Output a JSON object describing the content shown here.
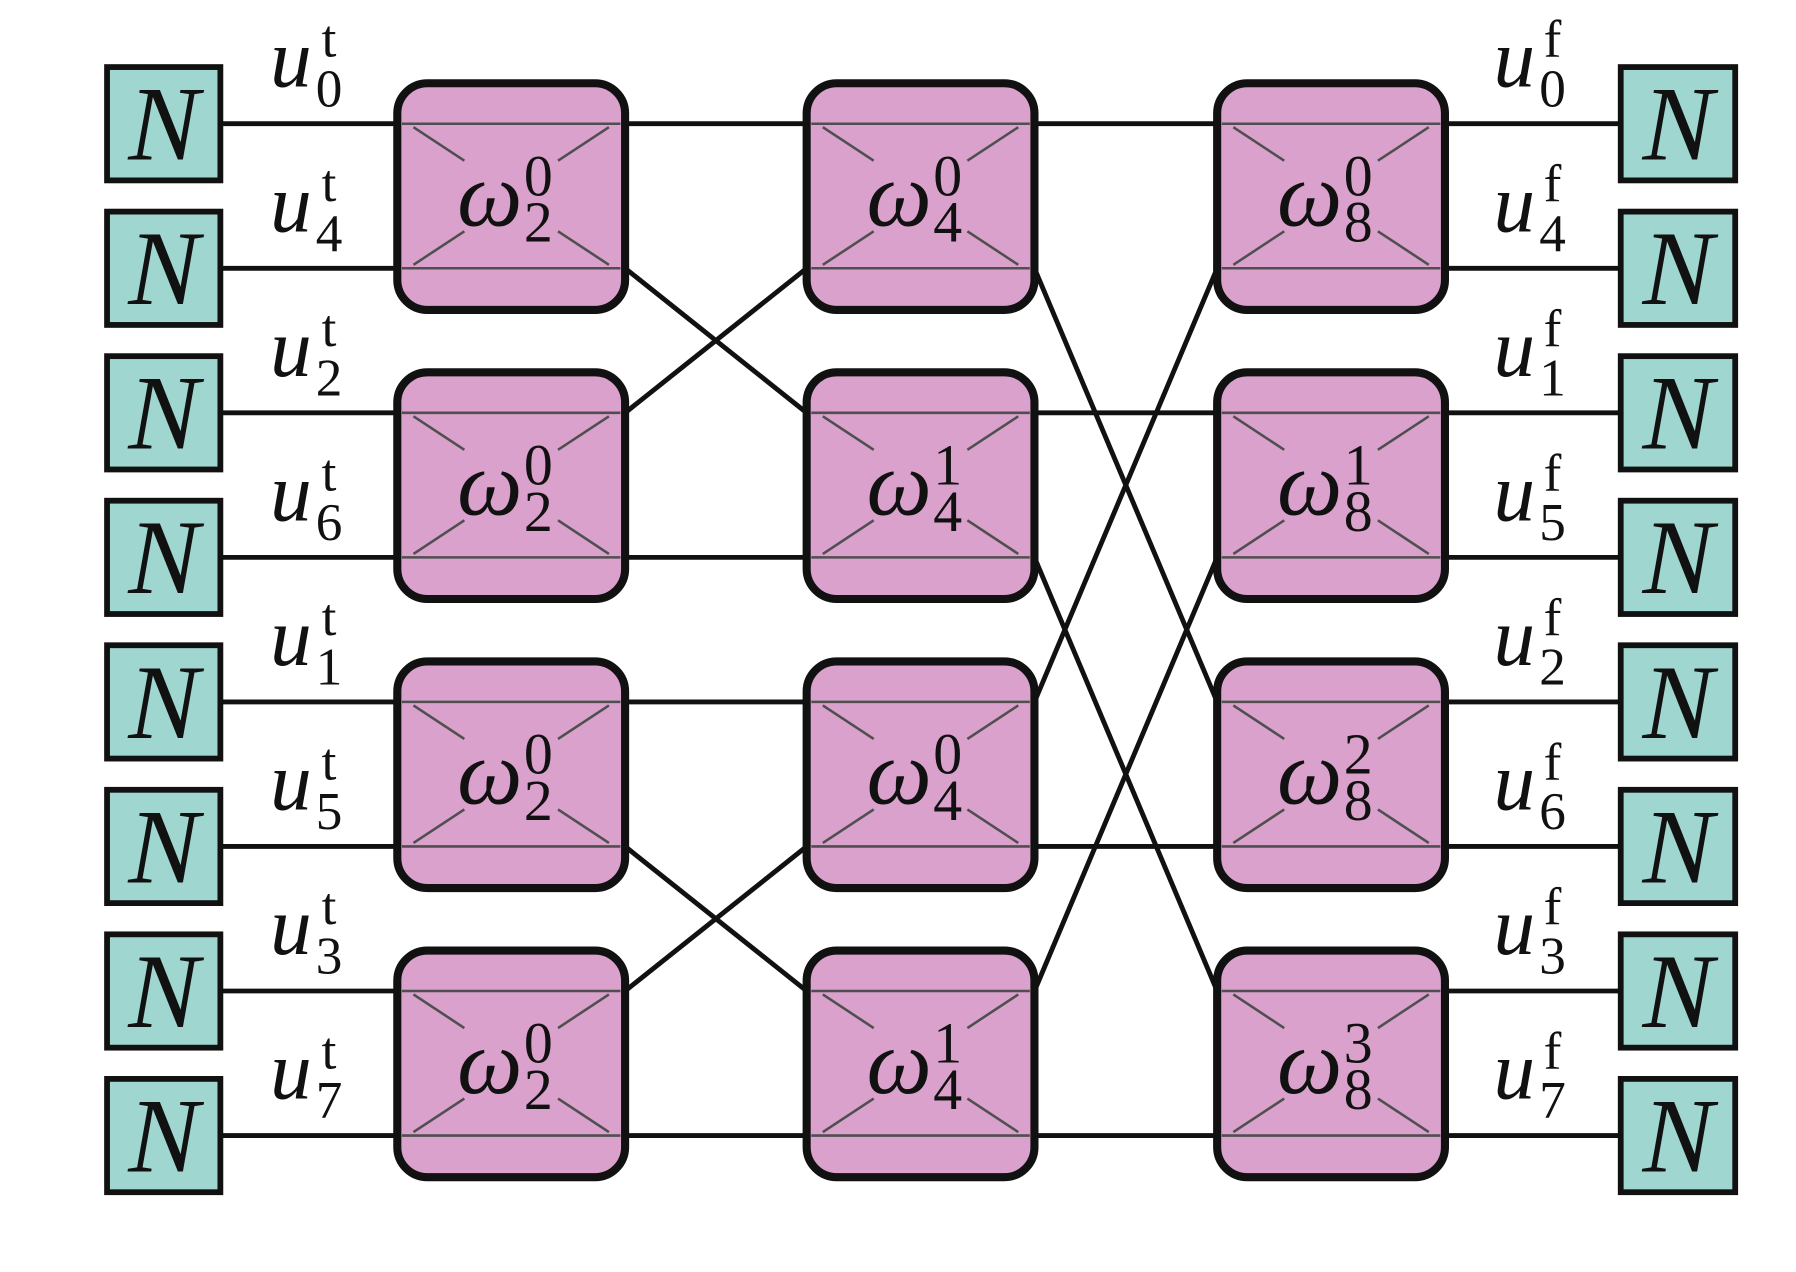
{
  "colors": {
    "node_fill": "#9fd6cf",
    "block_fill": "#d9a1cb",
    "stroke": "#111111",
    "inner_line": "#4f4f4f",
    "background": "#ffffff"
  },
  "left_nodes": [
    {
      "symbol": "N",
      "label": {
        "base": "u",
        "sup": "t",
        "sub": "0"
      }
    },
    {
      "symbol": "N",
      "label": {
        "base": "u",
        "sup": "t",
        "sub": "4"
      }
    },
    {
      "symbol": "N",
      "label": {
        "base": "u",
        "sup": "t",
        "sub": "2"
      }
    },
    {
      "symbol": "N",
      "label": {
        "base": "u",
        "sup": "t",
        "sub": "6"
      }
    },
    {
      "symbol": "N",
      "label": {
        "base": "u",
        "sup": "t",
        "sub": "1"
      }
    },
    {
      "symbol": "N",
      "label": {
        "base": "u",
        "sup": "t",
        "sub": "5"
      }
    },
    {
      "symbol": "N",
      "label": {
        "base": "u",
        "sup": "t",
        "sub": "3"
      }
    },
    {
      "symbol": "N",
      "label": {
        "base": "u",
        "sup": "t",
        "sub": "7"
      }
    }
  ],
  "right_nodes": [
    {
      "symbol": "N",
      "label": {
        "base": "u",
        "sup": "f",
        "sub": "0"
      }
    },
    {
      "symbol": "N",
      "label": {
        "base": "u",
        "sup": "f",
        "sub": "4"
      }
    },
    {
      "symbol": "N",
      "label": {
        "base": "u",
        "sup": "f",
        "sub": "1"
      }
    },
    {
      "symbol": "N",
      "label": {
        "base": "u",
        "sup": "f",
        "sub": "5"
      }
    },
    {
      "symbol": "N",
      "label": {
        "base": "u",
        "sup": "f",
        "sub": "2"
      }
    },
    {
      "symbol": "N",
      "label": {
        "base": "u",
        "sup": "f",
        "sub": "6"
      }
    },
    {
      "symbol": "N",
      "label": {
        "base": "u",
        "sup": "f",
        "sub": "3"
      }
    },
    {
      "symbol": "N",
      "label": {
        "base": "u",
        "sup": "f",
        "sub": "7"
      }
    }
  ],
  "stages": [
    {
      "blocks": [
        {
          "base": "ω",
          "sup": "0",
          "sub": "2"
        },
        {
          "base": "ω",
          "sup": "0",
          "sub": "2"
        },
        {
          "base": "ω",
          "sup": "0",
          "sub": "2"
        },
        {
          "base": "ω",
          "sup": "0",
          "sub": "2"
        }
      ]
    },
    {
      "blocks": [
        {
          "base": "ω",
          "sup": "0",
          "sub": "4"
        },
        {
          "base": "ω",
          "sup": "1",
          "sub": "4"
        },
        {
          "base": "ω",
          "sup": "0",
          "sub": "4"
        },
        {
          "base": "ω",
          "sup": "1",
          "sub": "4"
        }
      ]
    },
    {
      "blocks": [
        {
          "base": "ω",
          "sup": "0",
          "sub": "8"
        },
        {
          "base": "ω",
          "sup": "1",
          "sub": "8"
        },
        {
          "base": "ω",
          "sup": "2",
          "sub": "8"
        },
        {
          "base": "ω",
          "sup": "3",
          "sub": "8"
        }
      ]
    }
  ],
  "wiring": {
    "stage1_to_stage2": [
      [
        0,
        0
      ],
      [
        1,
        2
      ],
      [
        2,
        1
      ],
      [
        3,
        3
      ],
      [
        4,
        4
      ],
      [
        5,
        6
      ],
      [
        6,
        5
      ],
      [
        7,
        7
      ]
    ],
    "stage2_to_stage3": [
      [
        0,
        0
      ],
      [
        1,
        4
      ],
      [
        2,
        2
      ],
      [
        3,
        6
      ],
      [
        4,
        1
      ],
      [
        5,
        5
      ],
      [
        6,
        3
      ],
      [
        7,
        7
      ]
    ]
  }
}
